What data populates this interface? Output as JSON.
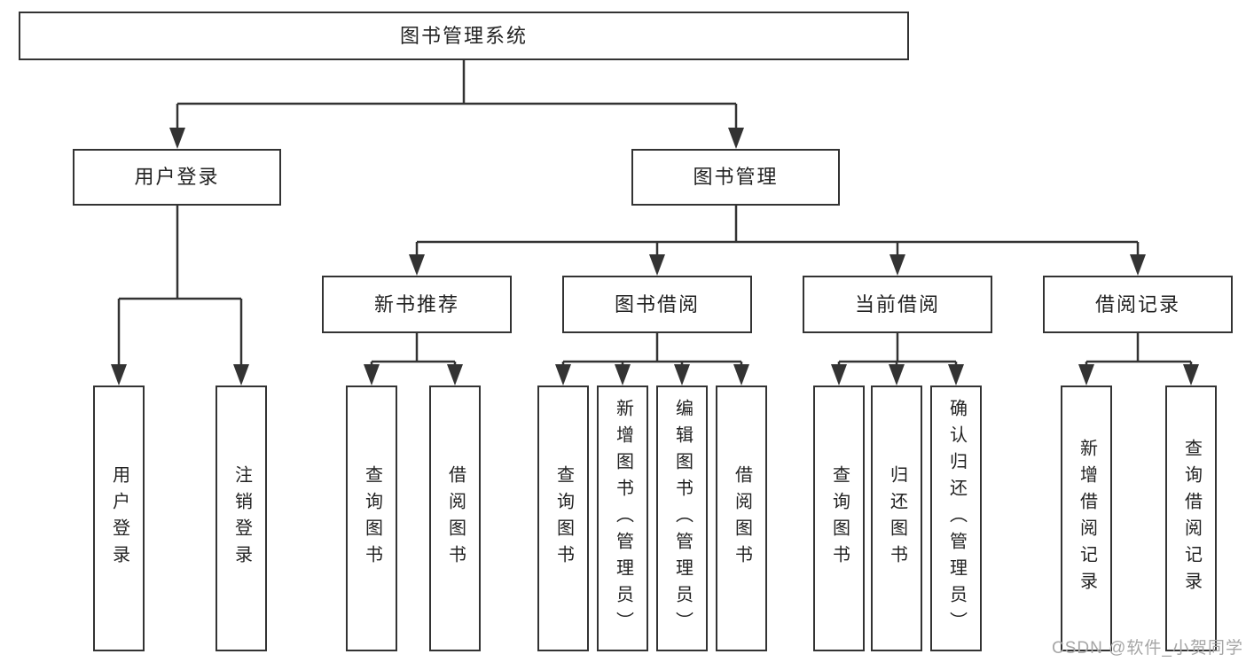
{
  "diagram": {
    "type": "hierarchy",
    "colors": {
      "line": "#333333",
      "node_border": "#333333",
      "text": "#222222",
      "background": "#ffffff",
      "watermark": "#a6a6a6"
    },
    "watermark": "CSDN @软件_小贺同学",
    "tree": {
      "label": "图书管理系统",
      "children": [
        {
          "label": "用户登录",
          "children": [
            {
              "label": "用户登录"
            },
            {
              "label": "注销登录"
            }
          ]
        },
        {
          "label": "图书管理",
          "children": [
            {
              "label": "新书推荐",
              "children": [
                {
                  "label": "查询图书"
                },
                {
                  "label": "借阅图书"
                }
              ]
            },
            {
              "label": "图书借阅",
              "children": [
                {
                  "label": "查询图书"
                },
                {
                  "label": "新增图书（管理员）"
                },
                {
                  "label": "编辑图书（管理员）"
                },
                {
                  "label": "借阅图书"
                }
              ]
            },
            {
              "label": "当前借阅",
              "children": [
                {
                  "label": "查询图书"
                },
                {
                  "label": "归还图书"
                },
                {
                  "label": "确认归还（管理员）"
                }
              ]
            },
            {
              "label": "借阅记录",
              "children": [
                {
                  "label": "新增借阅记录"
                },
                {
                  "label": "查询借阅记录"
                }
              ]
            }
          ]
        }
      ]
    }
  }
}
